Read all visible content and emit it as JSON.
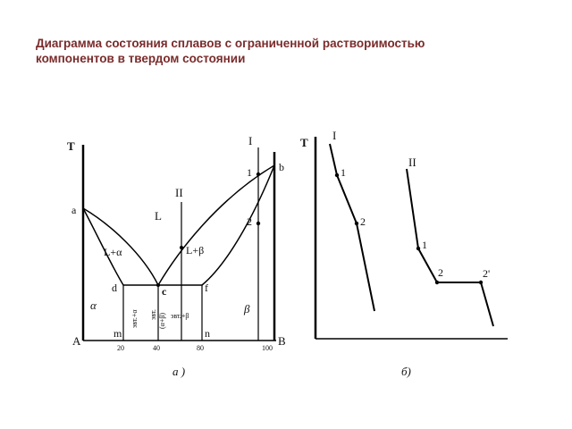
{
  "title": {
    "line1": "Диаграмма состояния сплавов с ограниченной растворимостью",
    "line2": "компонентов в твердом состоянии"
  },
  "diagram_a": {
    "axis_label": "T",
    "caption": "а )",
    "left_component": "A",
    "right_component": "B",
    "points": {
      "a": "a",
      "b": "b",
      "c": "c",
      "d": "d",
      "f": "f",
      "m": "m",
      "n": "n",
      "p1": "1",
      "p2": "2"
    },
    "regions": {
      "liquid": "L",
      "liquid_alpha": "L+α",
      "liquid_beta": "L+β",
      "alpha": "α",
      "beta": "β",
      "eut_alpha": "эвт.+α",
      "eut": "эвт.",
      "eut_mix": "(α+β)",
      "eut_beta": "эвт.+β"
    },
    "lines": {
      "I": "I",
      "II": "II"
    },
    "ticks": [
      "20",
      "40",
      "80",
      "100"
    ]
  },
  "diagram_b": {
    "axis_label": "T",
    "caption": "б)",
    "curve_I": {
      "label": "I",
      "p1": "1",
      "p2": "2"
    },
    "curve_II": {
      "label": "II",
      "p1": "1",
      "p2": "2",
      "p2p": "2'"
    }
  }
}
